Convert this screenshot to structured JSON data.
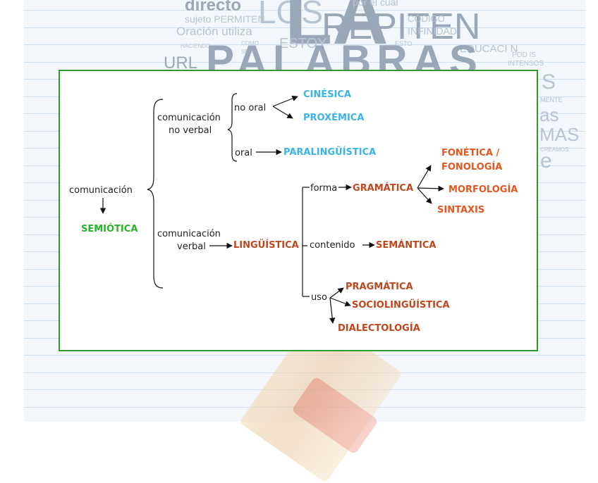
{
  "background_words": [
    "directo",
    "LOS",
    "LA",
    "por el cual",
    "sujeto PERMITEN",
    "REPITEN",
    "CÓDIGO",
    "Oración utiliza",
    "INFINIDAD",
    "HACIENDO",
    "COMO",
    "ESTOY",
    "SERÁ",
    "ESTO",
    "EDUCACI N",
    "POD IS",
    "INTENSOS",
    "URL",
    "PALABRAS",
    "S",
    "MENTE",
    "as",
    "MAS",
    "CREAMOS",
    "e"
  ],
  "diagram": {
    "root": "comunicación",
    "semiotica": "SEMIÓTICA",
    "no_verbal": {
      "line1": "comunicación",
      "line2": "no verbal"
    },
    "no_oral": "no oral",
    "oral": "oral",
    "cinesica": "CINÉSICA",
    "proxemica": "PROXÉMICA",
    "paralinguistica": "PARALINGÜÍSTICA",
    "verbal": {
      "line1": "comunicación",
      "line2": "verbal"
    },
    "linguistica": "LINGÜÍSTICA",
    "forma": "forma",
    "gramatica": "GRAMÁTICA",
    "fonetica": {
      "line1": "FONÉTICA /",
      "line2": "FONOLOGÍA"
    },
    "morfologia": "MORFOLOGÍA",
    "sintaxis": "SINTAXIS",
    "contenido": "contenido",
    "semantica": "SEMÁNTICA",
    "uso": "uso",
    "pragmatica": "PRAGMÁTICA",
    "sociolinguistica": "SOCIOLINGÜÍSTICA",
    "dialectologia": "DIALECTOLOGÍA"
  },
  "colors": {
    "frame": "#2e9a2e",
    "semiotica": "#28b428",
    "non_verbal_terms": "#3ab4e6",
    "verbal_terms": "#c0461c",
    "grammar_branches": "#e8561e"
  }
}
